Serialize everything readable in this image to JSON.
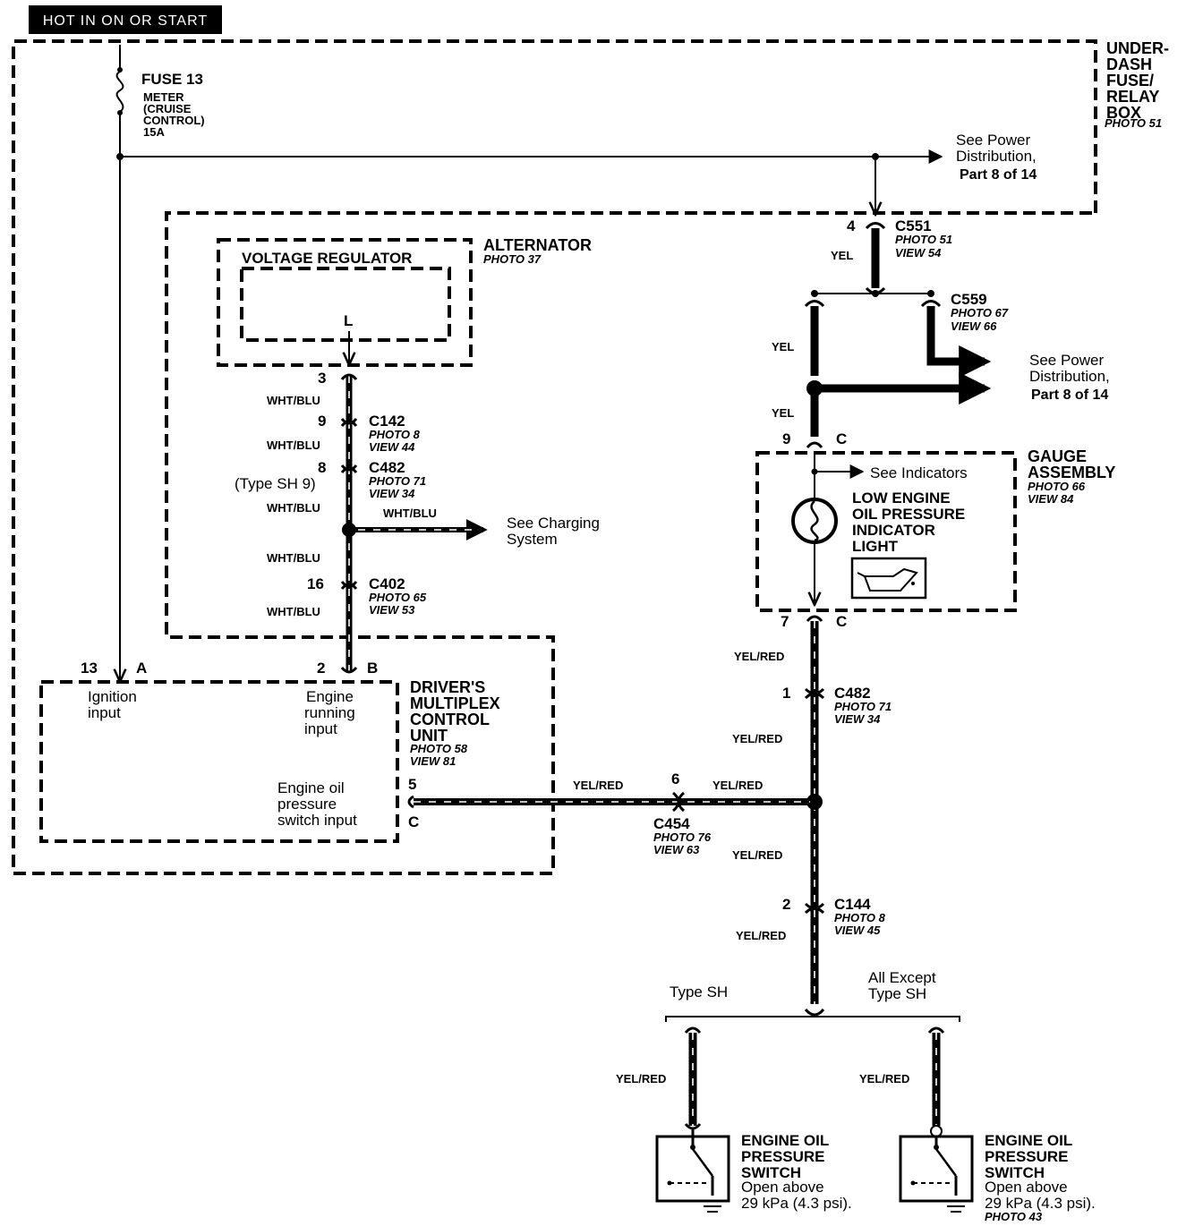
{
  "header_badge": "HOT IN ON OR START",
  "fuse_box": {
    "lines": [
      "UNDER-",
      "DASH",
      "FUSE/",
      "RELAY",
      "BOX"
    ],
    "photo": "PHOTO 51"
  },
  "fuse": {
    "name": "FUSE 13",
    "desc": [
      "METER",
      "(CRUISE",
      "CONTROL)",
      "15A"
    ]
  },
  "see_power_1": [
    "See Power",
    "Distribution,",
    "Part 8 of 14"
  ],
  "see_power_2": [
    "See Power",
    "Distribution,",
    "Part 8 of 14"
  ],
  "alternator": {
    "name": "ALTERNATOR",
    "photo": "PHOTO 37",
    "regulator": "VOLTAGE REGULATOR",
    "terminal": "L"
  },
  "connectors": {
    "c551": {
      "name": "C551",
      "pin": "4",
      "photo": "PHOTO 51",
      "view": "VIEW 54"
    },
    "c559": {
      "name": "C559",
      "photo": "PHOTO 67",
      "view": "VIEW 66"
    },
    "c142": {
      "name": "C142",
      "pin": "9",
      "photo": "PHOTO 8",
      "view": "VIEW 44"
    },
    "c482_left": {
      "name": "C482",
      "pin": "8",
      "pin_alt": "(Type SH 9)",
      "photo": "PHOTO 71",
      "view": "VIEW 34"
    },
    "c402": {
      "name": "C402",
      "pin": "16",
      "photo": "PHOTO 65",
      "view": "VIEW 53"
    },
    "c482_right": {
      "name": "C482",
      "pin": "1",
      "photo": "PHOTO 71",
      "view": "VIEW 34"
    },
    "c454": {
      "name": "C454",
      "pin": "6",
      "photo": "PHOTO 76",
      "view": "VIEW 63"
    },
    "c144": {
      "name": "C144",
      "pin": "2",
      "photo": "PHOTO 8",
      "view": "VIEW 45"
    }
  },
  "alt_pin": "3",
  "wires": {
    "wht_blu": "WHT/BLU",
    "yel": "YEL",
    "yel_red": "YEL/RED"
  },
  "see_charging": [
    "See Charging",
    "System"
  ],
  "gauge": {
    "name": [
      "GAUGE",
      "ASSEMBLY"
    ],
    "photo": "PHOTO 66",
    "view": "VIEW 84",
    "light": [
      "LOW ENGINE",
      "OIL PRESSURE",
      "INDICATOR",
      "LIGHT"
    ],
    "see_indicators": "See Indicators",
    "pin_top": "9",
    "pin_top_letter": "C",
    "pin_bottom": "7",
    "pin_bottom_letter": "C"
  },
  "mcu": {
    "name": [
      "DRIVER'S",
      "MULTIPLEX",
      "CONTROL",
      "UNIT"
    ],
    "photo": "PHOTO 58",
    "view": "VIEW 81",
    "pin_a": "13",
    "letter_a": "A",
    "label_a": [
      "Ignition",
      "input"
    ],
    "pin_b": "2",
    "letter_b": "B",
    "label_b": [
      "Engine",
      "running",
      "input"
    ],
    "pin_c": "5",
    "letter_c": "C",
    "label_c": [
      "Engine oil",
      "pressure",
      "switch input"
    ]
  },
  "variants": {
    "left": "Type SH",
    "right": [
      "All Except",
      "Type SH"
    ]
  },
  "switch_left": {
    "name": [
      "ENGINE OIL",
      "PRESSURE",
      "SWITCH"
    ],
    "spec": [
      "Open above",
      "29 kPa (4.3 psi)."
    ]
  },
  "switch_right": {
    "name": [
      "ENGINE OIL",
      "PRESSURE",
      "SWITCH"
    ],
    "spec": [
      "Open above",
      "29 kPa (4.3 psi)."
    ],
    "photo": "PHOTO 43"
  }
}
